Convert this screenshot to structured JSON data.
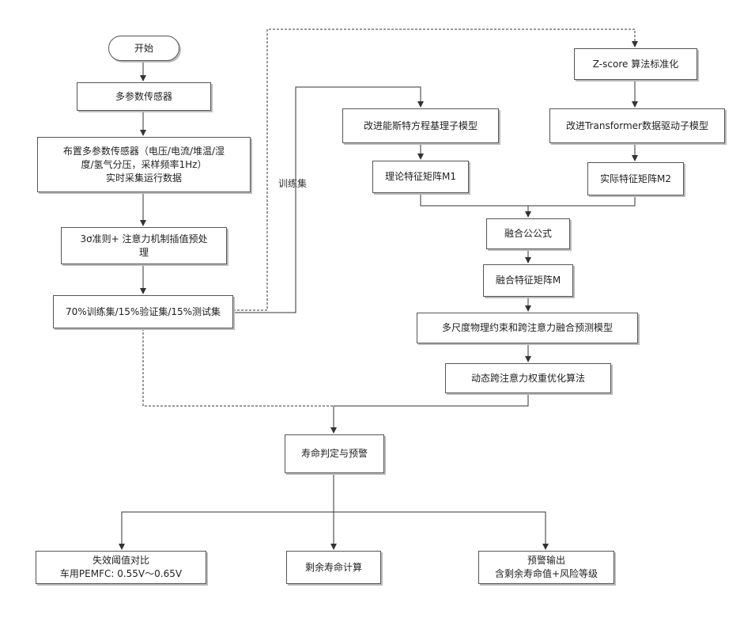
{
  "nodes": {
    "start": "开始",
    "sensor": "多参数传感器",
    "deploy": "布置多参数传感器（电压/电流/堆温/湿\n度/氢气分压，采样频率1Hz）\n实时采集运行数据",
    "preprocess": "3σ准则+ 注意力机制插值预处\n理",
    "split": "70%训练集/15%验证集/15%测试集",
    "zscore": "Z-score 算法标准化",
    "physics_model": "改进能斯特方程基理子模型",
    "transformer_model": "改进Transformer数据驱动子模型",
    "m1": "理论特征矩阵M1",
    "m2": "实际特征矩阵M2",
    "fusion_formula": "融合公公式",
    "fusion_matrix": "融合特征矩阵M",
    "multiscale": "多尺度物理约束和跨注意力融合预测模型",
    "dynamic": "动态跨注意力权重优化算法",
    "judge": "寿命判定与预警",
    "threshold": "失效阈值对比\n车用PEMFC: 0.55V～0.65V",
    "remaining": "剩余寿命计算",
    "warning": "预警输出\n含剩余寿命值+风险等级"
  },
  "edge_labels": {
    "train": "训练集"
  }
}
